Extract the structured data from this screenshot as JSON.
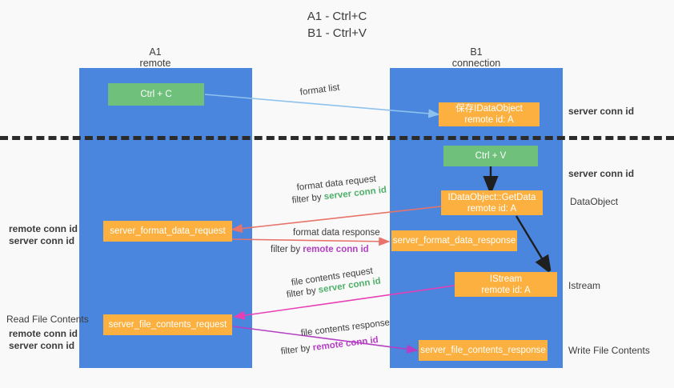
{
  "title": {
    "line1": "A1 - Ctrl+C",
    "line2": "B1 - Ctrl+V"
  },
  "columns": [
    {
      "id": "a1",
      "head_line1": "A1",
      "head_line2": "remote",
      "color": "#4a86dd"
    },
    {
      "id": "b1",
      "head_line1": "B1",
      "head_line2": "connection",
      "color": "#4a86dd"
    }
  ],
  "nodes": {
    "ctrl_c": {
      "line1": "Ctrl + C",
      "line2": "",
      "color": "#6fc07a"
    },
    "save_idataobject": {
      "line1": "保存IDataObject",
      "line2": "remote id: A",
      "color": "#fbb040"
    },
    "ctrl_v": {
      "line1": "Ctrl + V",
      "line2": "",
      "color": "#6fc07a"
    },
    "getdata": {
      "line1": "IDataObject::GetData",
      "line2": "remote id: A",
      "color": "#fbb040"
    },
    "fmt_req": {
      "line1": "server_format_data_request",
      "line2": "",
      "color": "#fbb040"
    },
    "fmt_resp": {
      "line1": "server_format_data_response",
      "line2": "",
      "color": "#fbb040"
    },
    "istream": {
      "line1": "IStream",
      "line2": "remote id: A",
      "color": "#fbb040"
    },
    "file_req": {
      "line1": "server_file_contents_request",
      "line2": "",
      "color": "#fbb040"
    },
    "file_resp": {
      "line1": "server_file_contents_response",
      "line2": "",
      "color": "#fbb040"
    }
  },
  "edge_labels": {
    "format_list": "format list",
    "fmt_req_l1": "format data request",
    "fmt_req_l2_pre": "filter by ",
    "fmt_req_l2_key": "server conn id",
    "fmt_resp_l1": "format data response",
    "fmt_resp_l2_pre": "filter by ",
    "fmt_resp_l2_key": "remote conn id",
    "file_req_l1": "file contents request",
    "file_req_l2_pre": "filter by ",
    "file_req_l2_key": "server conn id",
    "file_resp_l1": "file contents response",
    "file_resp_l2_pre": "filter by ",
    "file_resp_l2_key": "remote conn id"
  },
  "annotations": {
    "right_server_conn_top": "server conn id",
    "right_server_conn_mid": "server conn id",
    "right_dataobject": "DataObject",
    "right_istream": "Istream",
    "right_write_file": "Write File Contents",
    "left_remote_conn_1": "remote conn id",
    "left_server_conn_1": "server conn id",
    "left_read_file": "Read File Contents",
    "left_remote_conn_2": "remote conn id",
    "left_server_conn_2": "server conn id"
  },
  "colors": {
    "column_blue": "#4a86dd",
    "node_orange": "#fbb040",
    "node_green": "#6fc07a",
    "arrow_light_blue": "#8ec2ee",
    "arrow_red": "#e8736a",
    "arrow_purple": "#b43fc4",
    "arrow_pink": "#e83fb5",
    "arrow_black": "#1f1f1f",
    "key_green": "#4fb06a",
    "key_purple": "#b43fc4",
    "background": "#f9f9f9"
  }
}
